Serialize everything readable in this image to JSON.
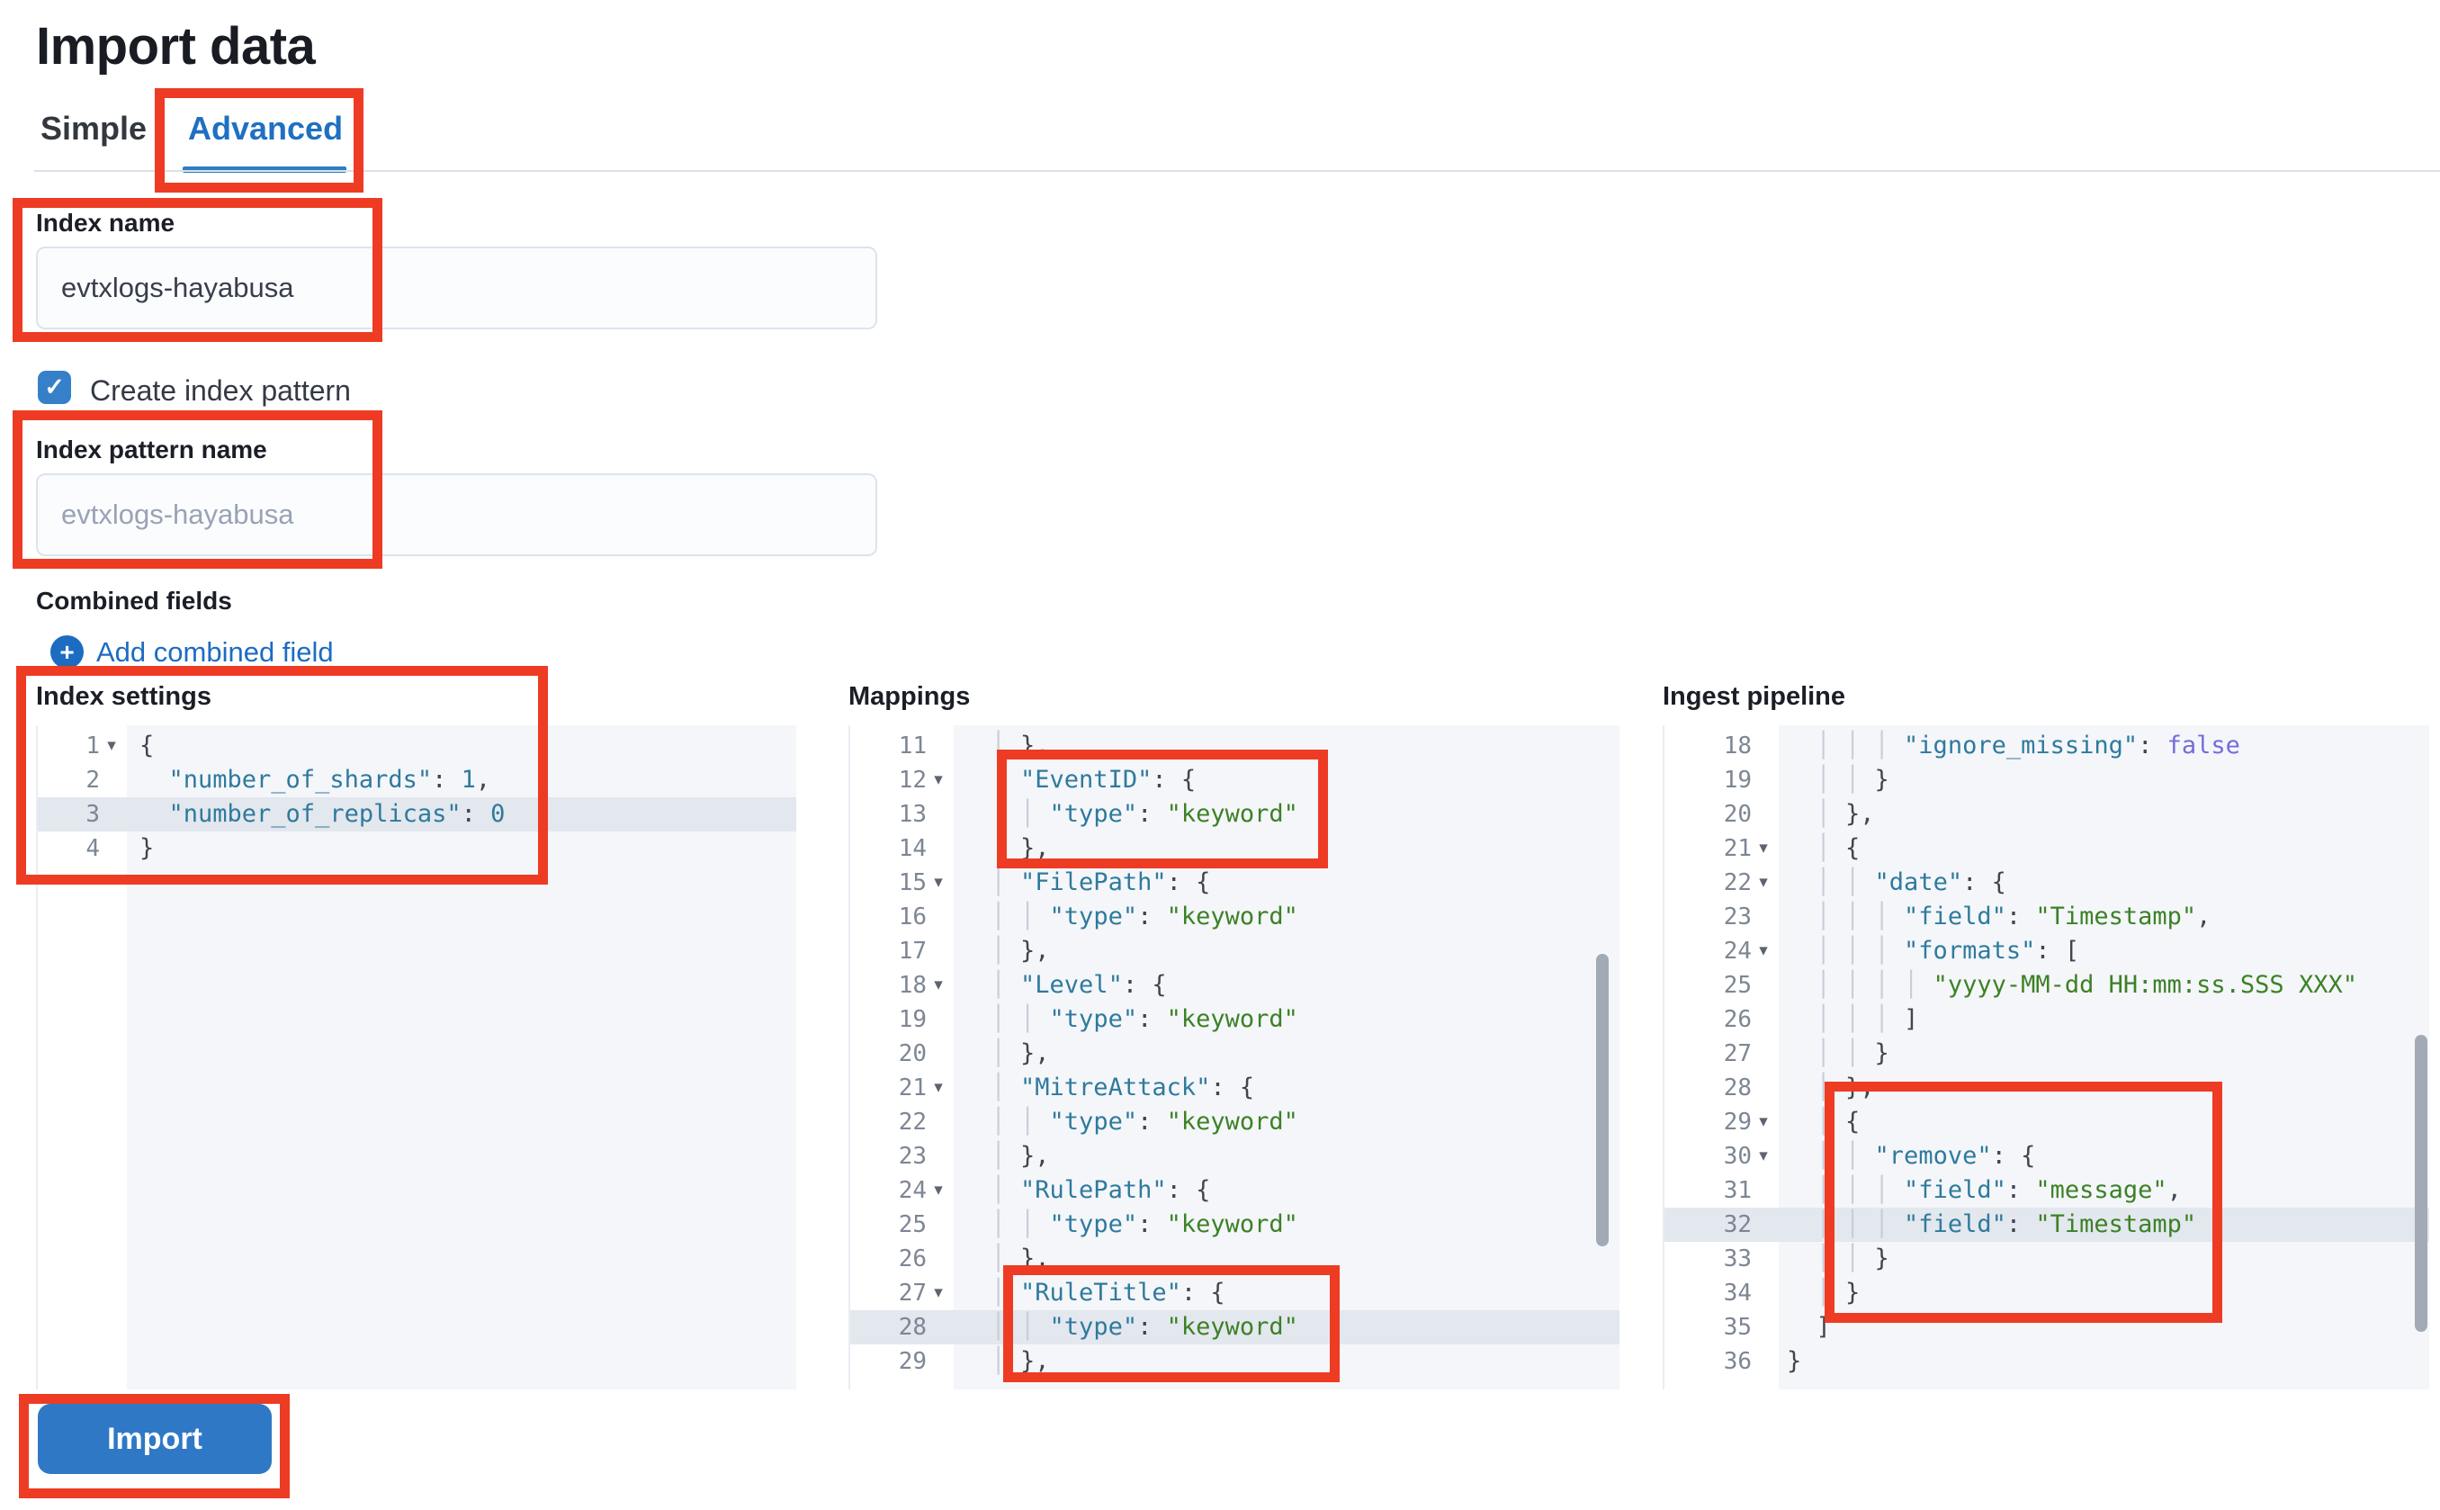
{
  "page": {
    "title": "Import data"
  },
  "tabs": [
    {
      "label": "Simple",
      "active": false
    },
    {
      "label": "Advanced",
      "active": true
    }
  ],
  "form": {
    "index_name": {
      "label": "Index name",
      "value": "evtxlogs-hayabusa"
    },
    "create_index_pattern": {
      "label": "Create index pattern",
      "checked": true,
      "check_glyph": "✓"
    },
    "index_pattern_name": {
      "label": "Index pattern name",
      "placeholder": "evtxlogs-hayabusa"
    },
    "combined_fields": {
      "label": "Combined fields",
      "add_link": "Add combined field",
      "plus_glyph": "+"
    }
  },
  "import_button": {
    "label": "Import"
  },
  "colors": {
    "annotation_red": "#ee3b23",
    "tab_active_blue": "#1f70c1",
    "link_blue": "#1c6cc2",
    "checkbox_blue": "#3580c8",
    "button_blue": "#2f78c6",
    "editor_background": "#f4f6f9",
    "active_line": "#e3e7ee",
    "syntax_key": "#2f7a9d",
    "syntax_string": "#3c8126",
    "syntax_boolean": "#756cdb"
  },
  "editors": [
    {
      "id": "index-settings",
      "label": "Index settings",
      "fold_glyph": "▾",
      "lines": [
        {
          "n": 1,
          "fold": true,
          "hl": false,
          "pre": "",
          "parts": [
            [
              "punc",
              "{"
            ]
          ]
        },
        {
          "n": 2,
          "fold": false,
          "hl": false,
          "pre": "  ",
          "parts": [
            [
              "key",
              "\"number_of_shards\""
            ],
            [
              "punc",
              ": "
            ],
            [
              "num",
              "1"
            ],
            [
              "punc",
              ","
            ]
          ]
        },
        {
          "n": 3,
          "fold": false,
          "hl": true,
          "pre": "  ",
          "parts": [
            [
              "key",
              "\"number_of_replicas\""
            ],
            [
              "punc",
              ": "
            ],
            [
              "num",
              "0"
            ]
          ]
        },
        {
          "n": 4,
          "fold": false,
          "hl": false,
          "pre": "",
          "parts": [
            [
              "punc",
              "}"
            ]
          ]
        }
      ]
    },
    {
      "id": "mappings",
      "label": "Mappings",
      "fold_glyph": "▾",
      "lines": [
        {
          "n": 11,
          "fold": false,
          "hl": false,
          "pre": "  │ ",
          "parts": [
            [
              "punc",
              "},"
            ]
          ]
        },
        {
          "n": 12,
          "fold": true,
          "hl": false,
          "pre": "  │ ",
          "parts": [
            [
              "key",
              "\"EventID\""
            ],
            [
              "punc",
              ": {"
            ]
          ]
        },
        {
          "n": 13,
          "fold": false,
          "hl": false,
          "pre": "  │ │ ",
          "parts": [
            [
              "key",
              "\"type\""
            ],
            [
              "punc",
              ": "
            ],
            [
              "str",
              "\"keyword\""
            ]
          ]
        },
        {
          "n": 14,
          "fold": false,
          "hl": false,
          "pre": "  │ ",
          "parts": [
            [
              "punc",
              "},"
            ]
          ]
        },
        {
          "n": 15,
          "fold": true,
          "hl": false,
          "pre": "  │ ",
          "parts": [
            [
              "key",
              "\"FilePath\""
            ],
            [
              "punc",
              ": {"
            ]
          ]
        },
        {
          "n": 16,
          "fold": false,
          "hl": false,
          "pre": "  │ │ ",
          "parts": [
            [
              "key",
              "\"type\""
            ],
            [
              "punc",
              ": "
            ],
            [
              "str",
              "\"keyword\""
            ]
          ]
        },
        {
          "n": 17,
          "fold": false,
          "hl": false,
          "pre": "  │ ",
          "parts": [
            [
              "punc",
              "},"
            ]
          ]
        },
        {
          "n": 18,
          "fold": true,
          "hl": false,
          "pre": "  │ ",
          "parts": [
            [
              "key",
              "\"Level\""
            ],
            [
              "punc",
              ": {"
            ]
          ]
        },
        {
          "n": 19,
          "fold": false,
          "hl": false,
          "pre": "  │ │ ",
          "parts": [
            [
              "key",
              "\"type\""
            ],
            [
              "punc",
              ": "
            ],
            [
              "str",
              "\"keyword\""
            ]
          ]
        },
        {
          "n": 20,
          "fold": false,
          "hl": false,
          "pre": "  │ ",
          "parts": [
            [
              "punc",
              "},"
            ]
          ]
        },
        {
          "n": 21,
          "fold": true,
          "hl": false,
          "pre": "  │ ",
          "parts": [
            [
              "key",
              "\"MitreAttack\""
            ],
            [
              "punc",
              ": {"
            ]
          ]
        },
        {
          "n": 22,
          "fold": false,
          "hl": false,
          "pre": "  │ │ ",
          "parts": [
            [
              "key",
              "\"type\""
            ],
            [
              "punc",
              ": "
            ],
            [
              "str",
              "\"keyword\""
            ]
          ]
        },
        {
          "n": 23,
          "fold": false,
          "hl": false,
          "pre": "  │ ",
          "parts": [
            [
              "punc",
              "},"
            ]
          ]
        },
        {
          "n": 24,
          "fold": true,
          "hl": false,
          "pre": "  │ ",
          "parts": [
            [
              "key",
              "\"RulePath\""
            ],
            [
              "punc",
              ": {"
            ]
          ]
        },
        {
          "n": 25,
          "fold": false,
          "hl": false,
          "pre": "  │ │ ",
          "parts": [
            [
              "key",
              "\"type\""
            ],
            [
              "punc",
              ": "
            ],
            [
              "str",
              "\"keyword\""
            ]
          ]
        },
        {
          "n": 26,
          "fold": false,
          "hl": false,
          "pre": "  │ ",
          "parts": [
            [
              "punc",
              "},"
            ]
          ]
        },
        {
          "n": 27,
          "fold": true,
          "hl": false,
          "pre": "  │ ",
          "parts": [
            [
              "key",
              "\"RuleTitle\""
            ],
            [
              "punc",
              ": {"
            ]
          ]
        },
        {
          "n": 28,
          "fold": false,
          "hl": true,
          "pre": "  │ │ ",
          "parts": [
            [
              "key",
              "\"type\""
            ],
            [
              "punc",
              ": "
            ],
            [
              "str",
              "\"keyword\""
            ]
          ]
        },
        {
          "n": 29,
          "fold": false,
          "hl": false,
          "pre": "  │ ",
          "parts": [
            [
              "punc",
              "},"
            ]
          ]
        }
      ]
    },
    {
      "id": "ingest-pipeline",
      "label": "Ingest pipeline",
      "fold_glyph": "▾",
      "lines": [
        {
          "n": 18,
          "fold": false,
          "hl": false,
          "pre": "  │ │ │ ",
          "parts": [
            [
              "key",
              "\"ignore_missing\""
            ],
            [
              "punc",
              ": "
            ],
            [
              "bool",
              "false"
            ]
          ]
        },
        {
          "n": 19,
          "fold": false,
          "hl": false,
          "pre": "  │ │ ",
          "parts": [
            [
              "punc",
              "}"
            ]
          ]
        },
        {
          "n": 20,
          "fold": false,
          "hl": false,
          "pre": "  │ ",
          "parts": [
            [
              "punc",
              "},"
            ]
          ]
        },
        {
          "n": 21,
          "fold": true,
          "hl": false,
          "pre": "  │ ",
          "parts": [
            [
              "punc",
              "{"
            ]
          ]
        },
        {
          "n": 22,
          "fold": true,
          "hl": false,
          "pre": "  │ │ ",
          "parts": [
            [
              "key",
              "\"date\""
            ],
            [
              "punc",
              ": {"
            ]
          ]
        },
        {
          "n": 23,
          "fold": false,
          "hl": false,
          "pre": "  │ │ │ ",
          "parts": [
            [
              "key",
              "\"field\""
            ],
            [
              "punc",
              ": "
            ],
            [
              "str",
              "\"Timestamp\""
            ],
            [
              "punc",
              ","
            ]
          ]
        },
        {
          "n": 24,
          "fold": true,
          "hl": false,
          "pre": "  │ │ │ ",
          "parts": [
            [
              "key",
              "\"formats\""
            ],
            [
              "punc",
              ": ["
            ]
          ]
        },
        {
          "n": 25,
          "fold": false,
          "hl": false,
          "pre": "  │ │ │ │ ",
          "parts": [
            [
              "str",
              "\"yyyy-MM-dd HH:mm:ss.SSS XXX\""
            ]
          ]
        },
        {
          "n": 26,
          "fold": false,
          "hl": false,
          "pre": "  │ │ │ ",
          "parts": [
            [
              "punc",
              "]"
            ]
          ]
        },
        {
          "n": 27,
          "fold": false,
          "hl": false,
          "pre": "  │ │ ",
          "parts": [
            [
              "punc",
              "}"
            ]
          ]
        },
        {
          "n": 28,
          "fold": false,
          "hl": false,
          "pre": "  │ ",
          "parts": [
            [
              "punc",
              "},"
            ]
          ]
        },
        {
          "n": 29,
          "fold": true,
          "hl": false,
          "pre": "  │ ",
          "parts": [
            [
              "punc",
              "{"
            ]
          ]
        },
        {
          "n": 30,
          "fold": true,
          "hl": false,
          "pre": "  │ │ ",
          "parts": [
            [
              "key",
              "\"remove\""
            ],
            [
              "punc",
              ": {"
            ]
          ]
        },
        {
          "n": 31,
          "fold": false,
          "hl": false,
          "pre": "  │ │ │ ",
          "parts": [
            [
              "key",
              "\"field\""
            ],
            [
              "punc",
              ": "
            ],
            [
              "str",
              "\"message\""
            ],
            [
              "punc",
              ","
            ]
          ]
        },
        {
          "n": 32,
          "fold": false,
          "hl": true,
          "pre": "  │ │ │ ",
          "parts": [
            [
              "key",
              "\"field\""
            ],
            [
              "punc",
              ": "
            ],
            [
              "str",
              "\"Timestamp\""
            ]
          ]
        },
        {
          "n": 33,
          "fold": false,
          "hl": false,
          "pre": "  │ │ ",
          "parts": [
            [
              "punc",
              "}"
            ]
          ]
        },
        {
          "n": 34,
          "fold": false,
          "hl": false,
          "pre": "  │ ",
          "parts": [
            [
              "punc",
              "}"
            ]
          ]
        },
        {
          "n": 35,
          "fold": false,
          "hl": false,
          "pre": "  ",
          "parts": [
            [
              "punc",
              "]"
            ]
          ]
        },
        {
          "n": 36,
          "fold": false,
          "hl": false,
          "pre": "",
          "parts": [
            [
              "punc",
              "}"
            ]
          ]
        }
      ]
    }
  ]
}
